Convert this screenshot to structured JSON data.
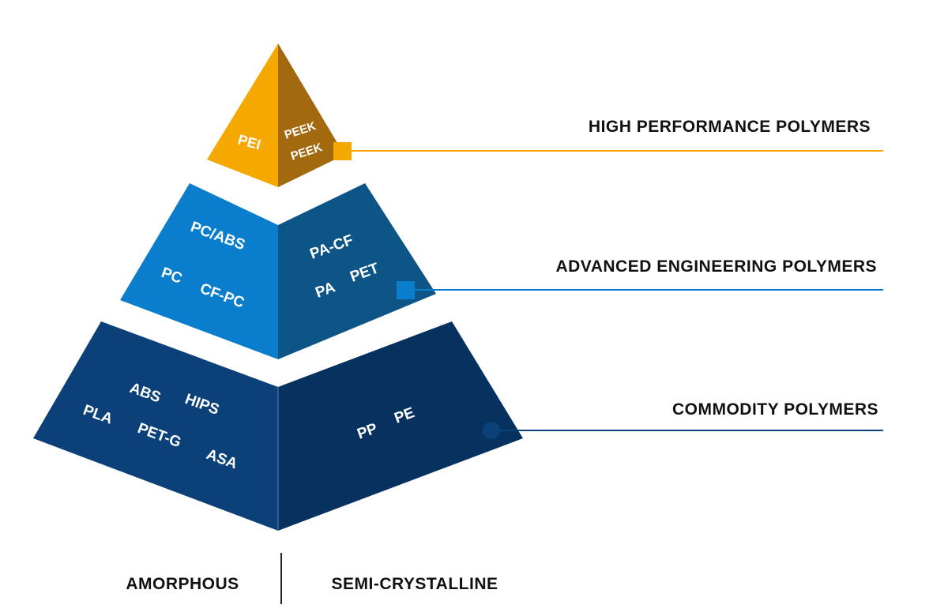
{
  "tiers": {
    "high": {
      "label": "HIGH PERFORMANCE POLYMERS",
      "amorphous": [
        "PEI"
      ],
      "semi_crystalline": [
        "PEEK",
        "PEEK"
      ],
      "colors": {
        "left": "#f5a800",
        "right": "#a2690f",
        "line": "#f5a800"
      }
    },
    "advanced": {
      "label": "ADVANCED ENGINEERING POLYMERS",
      "amorphous": [
        "PC/ABS",
        "PC",
        "CF-PC"
      ],
      "semi_crystalline": [
        "PA-CF",
        "PA",
        "PET"
      ],
      "colors": {
        "left": "#0a7dcd",
        "right": "#0e5587",
        "line": "#0a7dcd"
      }
    },
    "commodity": {
      "label": "COMMODITY POLYMERS",
      "amorphous": [
        "ABS",
        "HIPS",
        "PLA",
        "PET-G",
        "ASA"
      ],
      "semi_crystalline": [
        "PP",
        "PE"
      ],
      "colors": {
        "left": "#0b4079",
        "right": "#07325f",
        "line": "#0b4079"
      }
    }
  },
  "footer": {
    "left": "AMORPHOUS",
    "right": "SEMI-CRYSTALLINE"
  }
}
